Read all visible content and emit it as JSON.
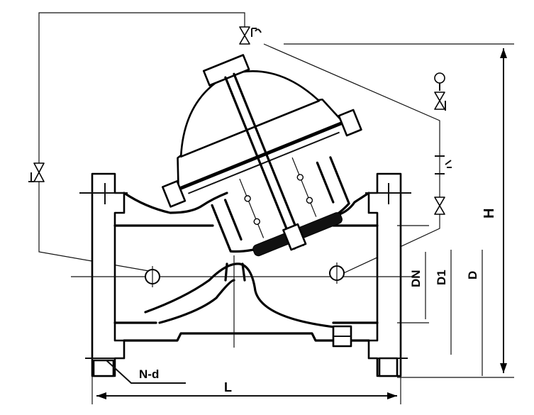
{
  "labels": {
    "nominal_diameter": "DN",
    "bolt_circle_diameter": "D1",
    "flange_diameter": "D",
    "height": "H",
    "length": "L",
    "bolt_holes": "N-d"
  },
  "colors": {
    "line": "#000000",
    "background": "#ffffff"
  }
}
